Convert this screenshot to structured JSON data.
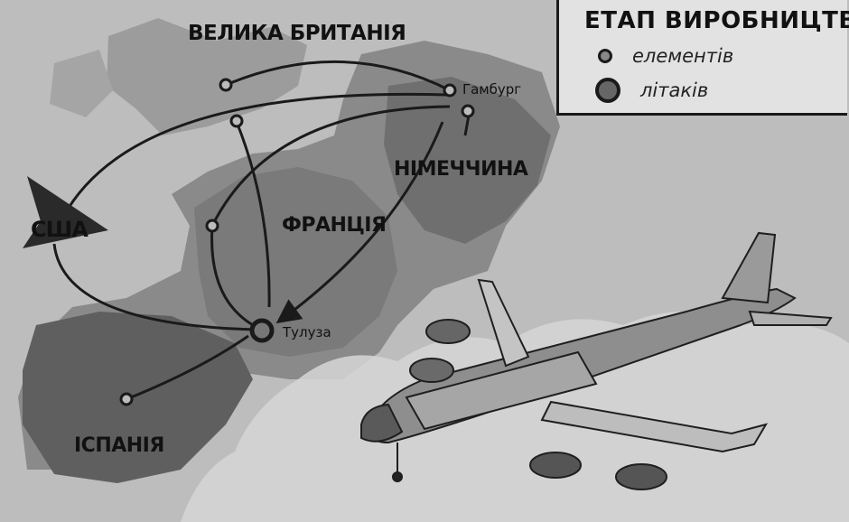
{
  "legend": {
    "title": "ЕТАП ВИРОБНИЦТВА",
    "items": [
      {
        "label": "елементів",
        "symbol": "small-circle-icon"
      },
      {
        "label": "літаків",
        "symbol": "large-circle-icon"
      }
    ]
  },
  "countries": {
    "uk": "ВЕЛИКА БРИТАНІЯ",
    "germany": "НІМЕЧЧИНА",
    "france": "ФРАНЦІЯ",
    "usa": "США",
    "spain": "ІСПАНІЯ"
  },
  "cities": {
    "hamburg": "Гамбург",
    "toulouse": "Тулуза"
  },
  "colors": {
    "sea": "#bdbdbd",
    "land_light": "#9a9a9a",
    "land_dark": "#6e6e6e",
    "ink": "#1a1a1a",
    "legend_bg": "#e2e2e2"
  }
}
